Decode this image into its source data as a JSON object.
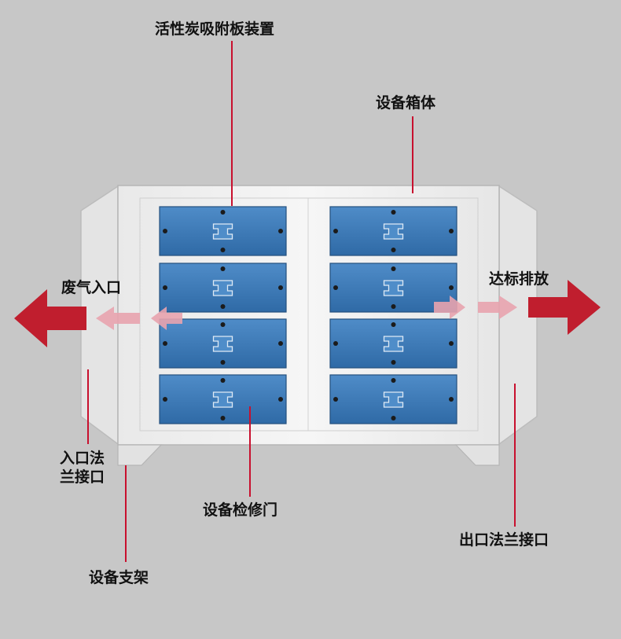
{
  "labels": {
    "adsorption_plate": "活性炭吸附板装置",
    "cabinet": "设备箱体",
    "exhaust_inlet": "废气入口",
    "standard_discharge": "达标排放",
    "inlet_flange_line1": "入口法",
    "inlet_flange_line2": "兰接口",
    "service_door": "设备检修门",
    "outlet_flange": "出口法兰接口",
    "support_frame": "设备支架"
  },
  "colors": {
    "background": "#c7c7c7",
    "cabinet_body": "#f1f1f1",
    "panel_blue": "#3d78b4",
    "arrow_red": "#c01e2e",
    "arrow_pink": "#e8a3ae",
    "leader_line": "#c8102e"
  },
  "panels": {
    "rows": 4,
    "columns": 2
  }
}
